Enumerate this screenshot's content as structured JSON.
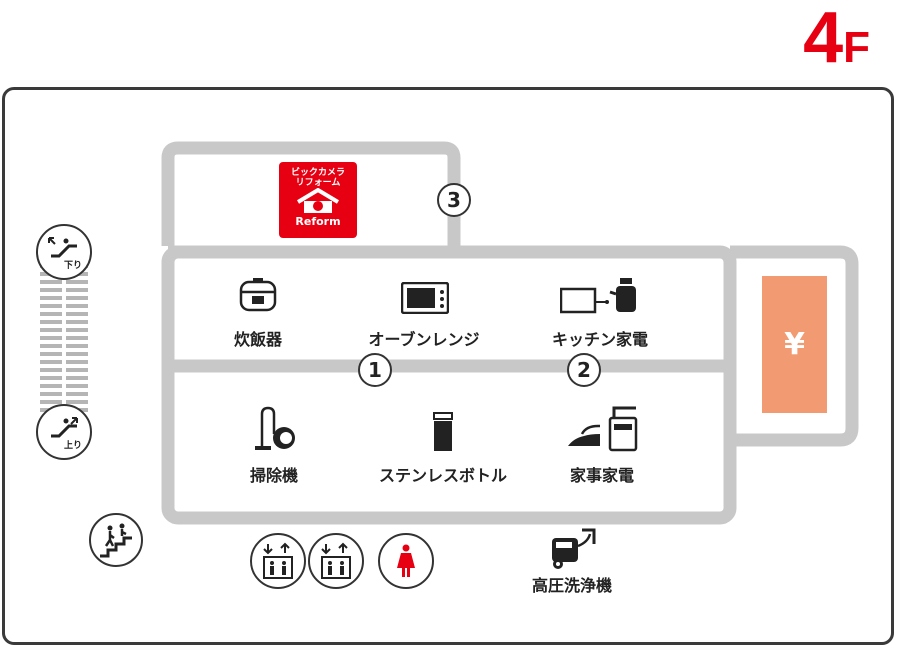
{
  "floor": {
    "number": "4",
    "suffix": "F"
  },
  "colors": {
    "brand_red": "#e60012",
    "atm_orange": "#f29a72",
    "wall_gray": "#c8c8c8",
    "outline": "#3a3a3a"
  },
  "reform_logo": {
    "line1": "ビックカメラ",
    "line2": "リフォーム",
    "english": "Reform"
  },
  "atm": {
    "symbol": "¥"
  },
  "sections": [
    {
      "label": "炊飯器",
      "icon": "rice-cooker-icon"
    },
    {
      "label": "オーブンレンジ",
      "icon": "microwave-icon"
    },
    {
      "label": "キッチン家電",
      "icon": "kitchen-appliance-icon"
    },
    {
      "label": "掃除機",
      "icon": "vacuum-icon"
    },
    {
      "label": "ステンレスボトル",
      "icon": "bottle-icon"
    },
    {
      "label": "家事家電",
      "icon": "iron-icon"
    },
    {
      "label": "高圧洗浄機",
      "icon": "pressure-washer-icon"
    }
  ],
  "aisle_numbers": [
    "1",
    "2",
    "3"
  ],
  "escalator": {
    "down_label": "下り",
    "up_label": "上り"
  },
  "facilities": [
    "stairs-icon",
    "elevator-icon",
    "elevator-icon",
    "womens-restroom-icon"
  ]
}
